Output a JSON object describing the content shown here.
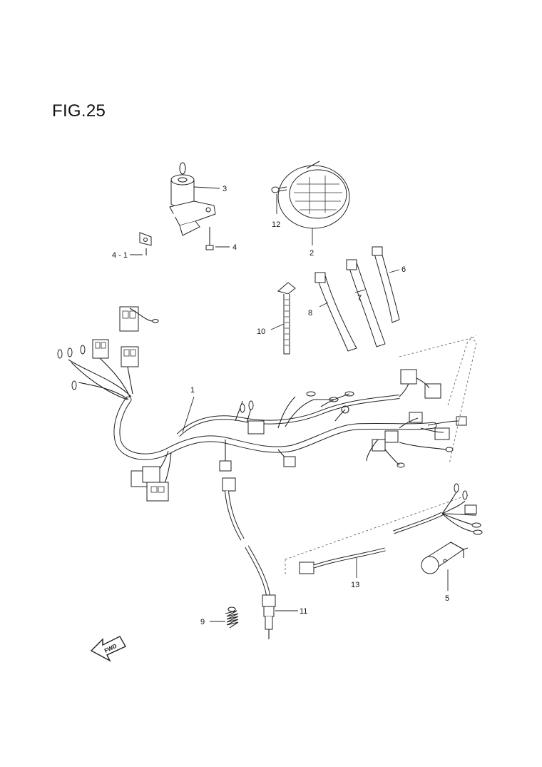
{
  "figure": {
    "title": "FIG.25"
  },
  "callouts": {
    "p1": "1",
    "p2": "2",
    "p3": "3",
    "p4": "4",
    "p4_1": "4 - 1",
    "p5": "5",
    "p6": "6",
    "p7": "7",
    "p8": "8",
    "p9": "9",
    "p10": "10",
    "p11": "11",
    "p12": "12",
    "p13": "13"
  },
  "fwd_badge": {
    "label": "FWD"
  },
  "colors": {
    "line": "#222222",
    "background": "#ffffff"
  }
}
